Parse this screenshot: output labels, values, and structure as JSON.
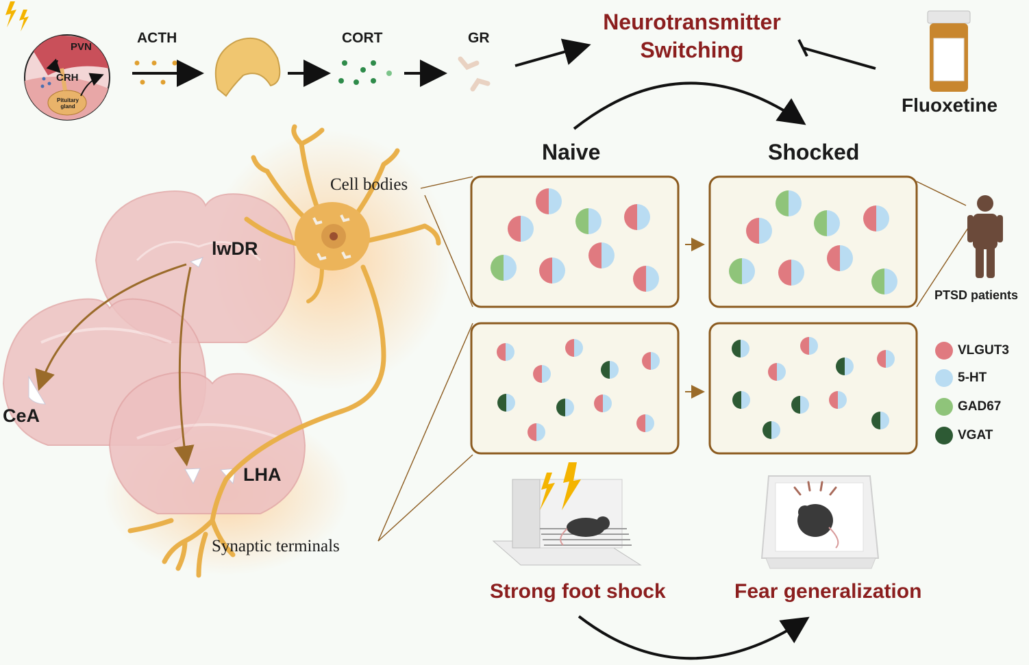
{
  "hpa_axis": {
    "pvn": "PVN",
    "crh": "CRH",
    "pituitary": "Pituitary gland",
    "acth": "ACTH",
    "cort": "CORT",
    "gr": "GR"
  },
  "title": {
    "line1": "Neurotransmitter",
    "line2": "Switching"
  },
  "drug": {
    "name": "Fluoxetine"
  },
  "conditions": {
    "naive": "Naive",
    "shocked": "Shocked"
  },
  "neuron": {
    "cell_bodies": "Cell bodies",
    "synaptic_terminals": "Synaptic terminals"
  },
  "brain_regions": {
    "lwdr": "lwDR",
    "cea": "CeA",
    "lha": "LHA"
  },
  "patients": {
    "label": "PTSD patients"
  },
  "legend": [
    {
      "label": "VLGUT3",
      "color": "#e07a80"
    },
    {
      "label": "5-HT",
      "color": "#b9dcf2"
    },
    {
      "label": "GAD67",
      "color": "#8fc47a"
    },
    {
      "label": "VGAT",
      "color": "#2d5a34"
    }
  ],
  "experiment": {
    "shock": "Strong foot shock",
    "fear": "Fear generalization"
  },
  "colors": {
    "accent_red": "#8b1e1e",
    "panel_border": "#8b5a1e",
    "panel_fill": "#f8f6ea",
    "neuron": "#e9b04a",
    "brain": "#e9b8b8"
  }
}
